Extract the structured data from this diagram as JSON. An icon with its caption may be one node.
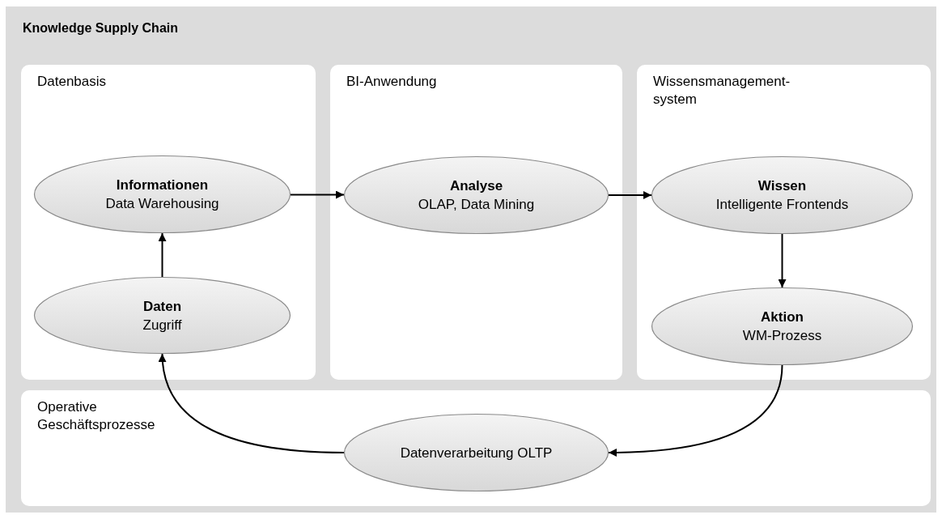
{
  "diagram": {
    "nodes": [
      {
        "text": [
          "Knowledge Supply Chain"
        ]
      },
      {
        "text": [
          "Datenbasis"
        ],
        "in": 0
      },
      {
        "text": [
          "BI-Anwendung"
        ],
        "in": 0
      },
      {
        "text": [
          "Wissensmanagement-system"
        ],
        "in": 0
      },
      {
        "text": [
          "Operative Geschäftsprozesse"
        ],
        "in": 0
      },
      {
        "text": [
          "Informationen",
          "Data Warehousing"
        ],
        "in": 1
      },
      {
        "text": [
          "Analyse",
          "OLAP, Data Mining"
        ],
        "in": 2
      },
      {
        "text": [
          "Wissen",
          "Intelligente Frontends"
        ],
        "in": 3
      },
      {
        "text": [
          "Daten",
          "Zugriff"
        ],
        "in": 1
      },
      {
        "text": [
          "Aktion",
          "WM-Prozess"
        ],
        "in": 3
      },
      {
        "text": [
          "Datenverarbeitung OLTP"
        ],
        "in": 4
      }
    ],
    "edges": [
      {
        "from": 8,
        "to": 5,
        "arrow": "to"
      },
      {
        "from": 5,
        "to": 6,
        "arrow": "to"
      },
      {
        "from": 6,
        "to": 7,
        "arrow": "to"
      },
      {
        "from": 7,
        "to": 9,
        "arrow": "to"
      },
      {
        "from": 9,
        "to": 10,
        "arrow": "to"
      },
      {
        "from": 10,
        "to": 8,
        "arrow": "to"
      }
    ]
  }
}
